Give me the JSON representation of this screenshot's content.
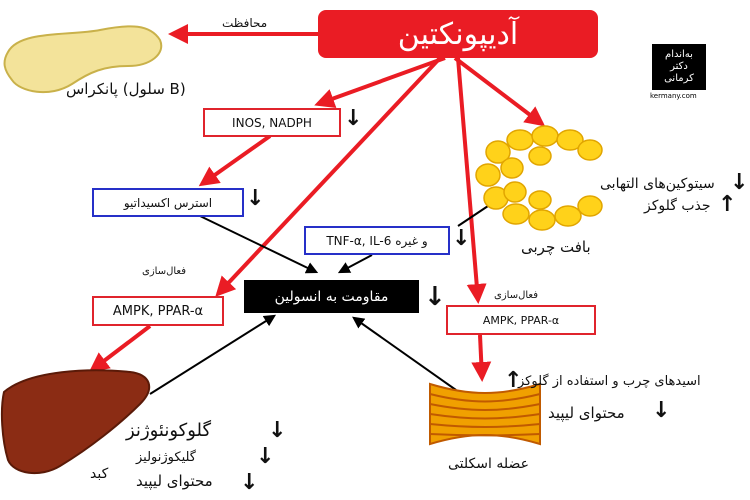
{
  "title": "آدیپونکتین",
  "pancreas": {
    "label": "پانکراس (سلول B)",
    "edge_label": "محافظت"
  },
  "boxes": {
    "inos": {
      "text": "INOS, NADPH",
      "arrow": "↓"
    },
    "oxidative": {
      "text": "استرس اکسیداتیو",
      "arrow": "↓"
    },
    "tnf": {
      "text": "TNF-α, IL-6 و غیره",
      "arrow": "↓"
    },
    "ampk_left": {
      "text": "AMPK, PPAR-α",
      "edge_label": "فعال‌سازی"
    },
    "ampk_right": {
      "text": "AMPK, PPAR-α",
      "edge_label": "فعال‌سازی"
    },
    "insulin_resistance": {
      "text": "مقاومت به انسولین",
      "arrow": "↓"
    }
  },
  "adipose": {
    "label": "بافت چربی",
    "effects": [
      {
        "text": "سیتوکین‌های التهابی",
        "arrow": "↓"
      },
      {
        "text": "جذب گلوکز",
        "arrow": "↑"
      }
    ]
  },
  "liver": {
    "label": "کبد",
    "effects": [
      {
        "text": "گلوکونئوژنز",
        "arrow": "↓"
      },
      {
        "text": "گلیکوژنولیز",
        "arrow": "↓"
      },
      {
        "text": "محتوای لیپید",
        "arrow": "↓"
      }
    ]
  },
  "muscle": {
    "label": "عضله اسکلتی",
    "effects": [
      {
        "text": "اسیدهای چرب و استفاده از گلوکز",
        "arrow": "↑"
      },
      {
        "text": "محتوای لیپید",
        "arrow": "↓"
      }
    ]
  },
  "logo": {
    "line1": "به‌اندام",
    "line2": "دکتر",
    "line3": "کرمانی",
    "url": "kermany.com"
  },
  "colors": {
    "red": "#ea1c24",
    "blue": "#2630c8",
    "black": "#000000"
  }
}
